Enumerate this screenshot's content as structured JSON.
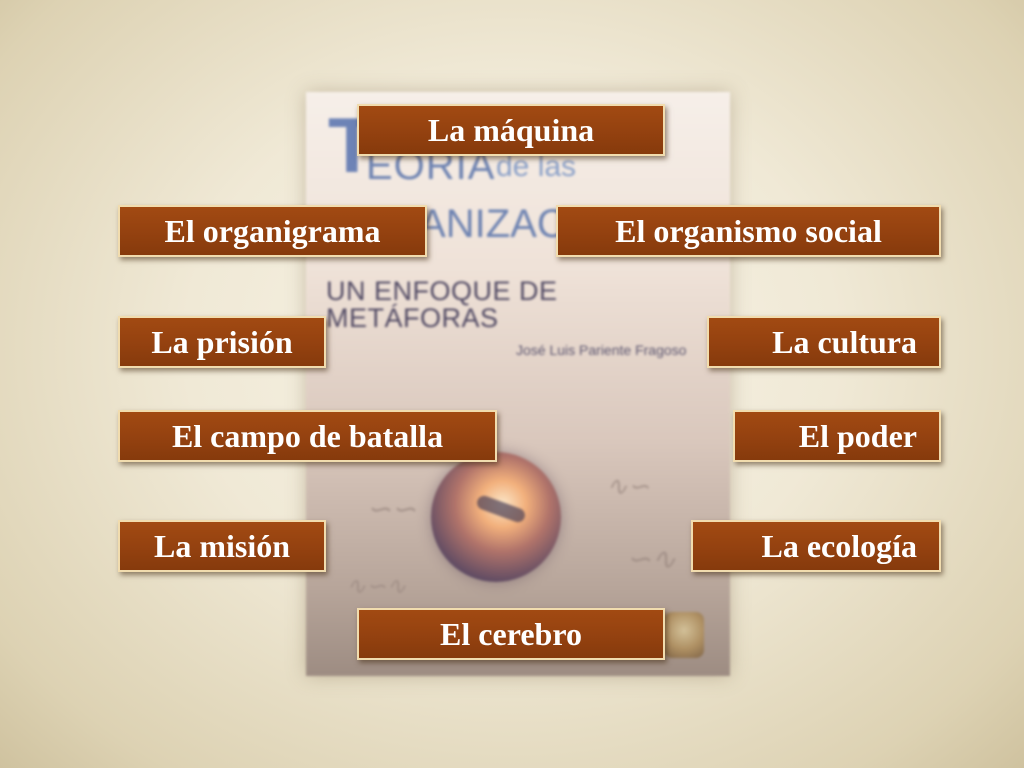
{
  "book_cover": {
    "title_letter": "T",
    "title_line1": "EORÍA",
    "title_de_las": "de las",
    "title_line2": "ORGANIZACIONES",
    "subtitle": "UN ENFOQUE DE METÁFORAS",
    "author": "José Luis Pariente Fragoso"
  },
  "metaphors": {
    "maquina": "La máquina",
    "organigrama": "El organigrama",
    "organismo": "El organismo social",
    "prision": "La prisión",
    "cultura": "La cultura",
    "campo": "El campo de batalla",
    "poder": "El poder",
    "mision": "La misión",
    "ecologia": "La ecología",
    "cerebro": "El cerebro"
  },
  "colors": {
    "box_fill": "#954210",
    "box_border": "#f1dcae",
    "box_text": "#ffffff",
    "background": "#f0e9d6"
  }
}
